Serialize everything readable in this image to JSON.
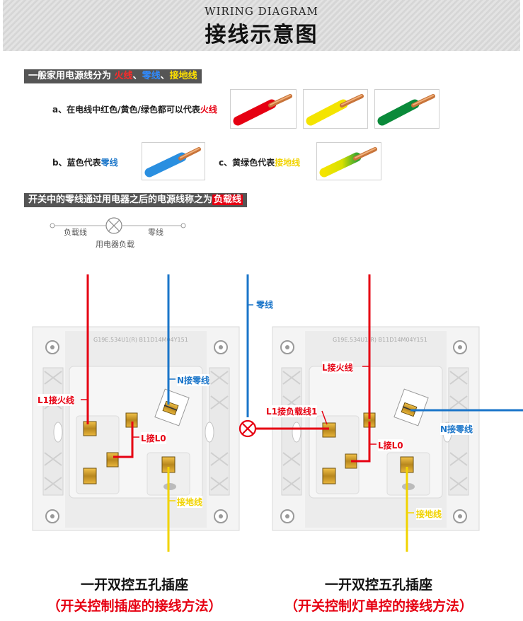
{
  "header": {
    "english": "WIRING DIAGRAM",
    "chinese": "接线示意图"
  },
  "section1": {
    "prefix": "一般家用电源线分为",
    "fire": "火线",
    "sep1": "、",
    "neutral": "零线",
    "sep2": "、",
    "ground": "接地线"
  },
  "line_a": {
    "prefix": "a、在电线中红色/黄色/绿色都可以代表",
    "highlight": "火线"
  },
  "line_b": {
    "prefix": "b、蓝色代表",
    "highlight": "零线"
  },
  "line_c": {
    "prefix": "c、黄绿色代表",
    "highlight": "接地线"
  },
  "section2": {
    "prefix": "开关中的零线通过用电器之后的电源线称之为",
    "highlight": "负载线"
  },
  "load_diagram": {
    "left": "负载线",
    "right": "零线",
    "bottom": "用电器负载"
  },
  "panel_left": {
    "printed": "G19E.534U1(R) B11D14M04Y151",
    "l1": "L1接火线",
    "n": "N接零线",
    "l": "L接L0",
    "ground": "接地线"
  },
  "panel_right": {
    "printed": "G19E.534U1(R) B11D14M04Y151",
    "l": "L接火线",
    "l1": "L1接负载线1",
    "n": "N接零线",
    "l0": "L接L0",
    "ground": "接地线"
  },
  "neutral_label": "零线",
  "captions": {
    "left_title": "一开双控五孔插座",
    "left_sub": "（开关控制插座的接线方法）",
    "right_title": "一开双控五孔插座",
    "right_sub": "（开关控制灯单控的接线方法）"
  },
  "colors": {
    "fire": "#e60012",
    "neutral": "#1a75c9",
    "ground": "#f1d300",
    "green": "#0a8a3a"
  }
}
